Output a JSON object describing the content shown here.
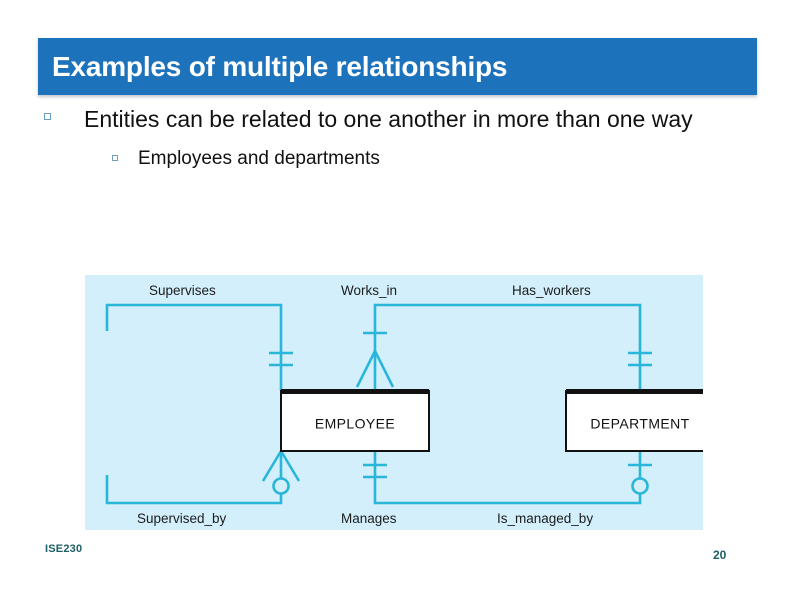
{
  "slide": {
    "title": "Examples of multiple relationships",
    "accent_color": "#1d72bc",
    "panel_bg": "#d2effb",
    "line_color": "#29b6d8"
  },
  "bullets": {
    "level1": "Entities can be related to one another in more than one way",
    "level2": "Employees and departments",
    "marker_glyph": "square-outline"
  },
  "diagram": {
    "type": "entity-relationship-crows-foot",
    "entities": [
      {
        "name": "EMPLOYEE"
      },
      {
        "name": "DEPARTMENT"
      }
    ],
    "relationships": [
      {
        "label": "Supervises",
        "position": "top-left"
      },
      {
        "label": "Works_in",
        "position": "top-center"
      },
      {
        "label": "Has_workers",
        "position": "top-right"
      },
      {
        "label": "Supervised_by",
        "position": "bottom-left"
      },
      {
        "label": "Manages",
        "position": "bottom-center"
      },
      {
        "label": "Is_managed_by",
        "position": "bottom-right"
      }
    ]
  },
  "footer": {
    "course_code": "ISE230",
    "page_number": "20"
  }
}
